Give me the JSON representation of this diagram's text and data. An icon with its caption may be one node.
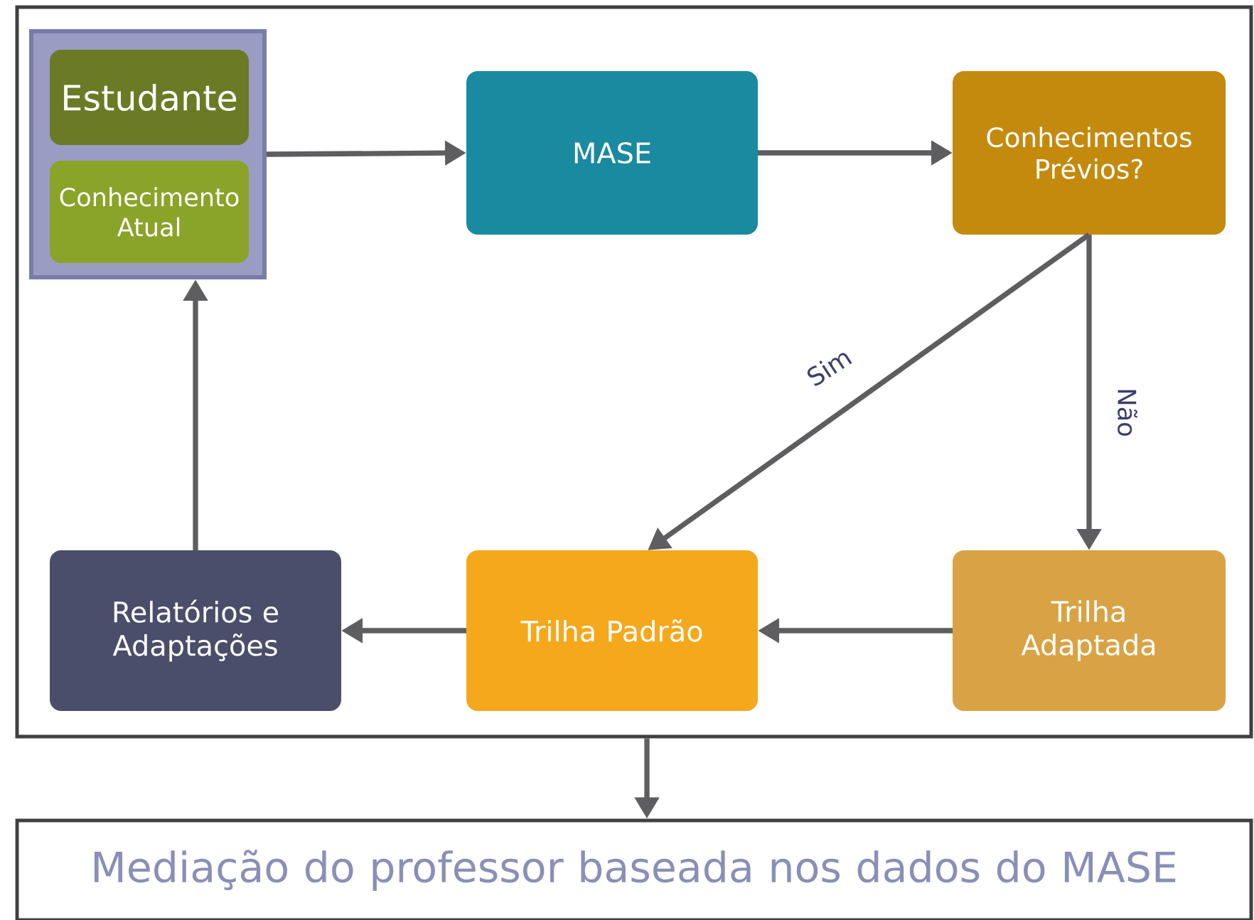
{
  "diagram": {
    "nodes": [
      {
        "text": [],
        "shape": "box"
      },
      {
        "text": [],
        "shape": "box",
        "in": 0
      },
      {
        "text": [
          "Estudante"
        ],
        "in": 1
      },
      {
        "text": [
          "Conhecimento Atual"
        ],
        "in": 1
      },
      {
        "text": [
          "MASE"
        ],
        "in": 0
      },
      {
        "text": [
          "Conhecimentos Prévios?"
        ],
        "in": 0
      },
      {
        "text": [
          "Relatórios e Adaptações"
        ],
        "in": 0
      },
      {
        "text": [
          "Trilha Padrão"
        ],
        "in": 0
      },
      {
        "text": [
          "Trilha Adaptada"
        ],
        "in": 0
      },
      {
        "text": [
          "Mediação do professor baseada nos dados do MASE"
        ]
      }
    ],
    "edges": [
      {
        "from": 1,
        "to": 4,
        "arrow": "to"
      },
      {
        "from": 4,
        "to": 5,
        "arrow": "to"
      },
      {
        "from": 5,
        "to": 7,
        "arrow": "to",
        "label": "Sim"
      },
      {
        "from": 5,
        "to": 8,
        "arrow": "to",
        "label": "Não"
      },
      {
        "from": 8,
        "to": 7,
        "arrow": "to"
      },
      {
        "from": 7,
        "to": 6,
        "arrow": "to"
      },
      {
        "from": 6,
        "to": 1,
        "arrow": "to"
      },
      {
        "from": 0,
        "to": 9,
        "arrow": "to"
      }
    ]
  }
}
